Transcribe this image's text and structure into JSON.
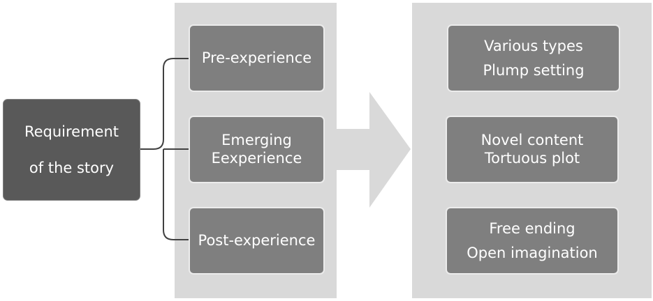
{
  "root": {
    "lines": [
      "Requirement",
      "of the story"
    ]
  },
  "stages": [
    {
      "lines": [
        "Pre-experience"
      ]
    },
    {
      "lines": [
        "Emerging",
        "Eexperience"
      ]
    },
    {
      "lines": [
        "Post-experience"
      ]
    }
  ],
  "results": [
    {
      "lines": [
        "Various types",
        "Plump setting"
      ]
    },
    {
      "lines": [
        "Novel content",
        "Tortuous plot"
      ]
    },
    {
      "lines": [
        "Free ending",
        "Open imagination"
      ]
    }
  ],
  "colors": {
    "panel": "#d9d9d9",
    "box": "#7f7f7f",
    "root": "#595959",
    "connector": "#404040"
  }
}
